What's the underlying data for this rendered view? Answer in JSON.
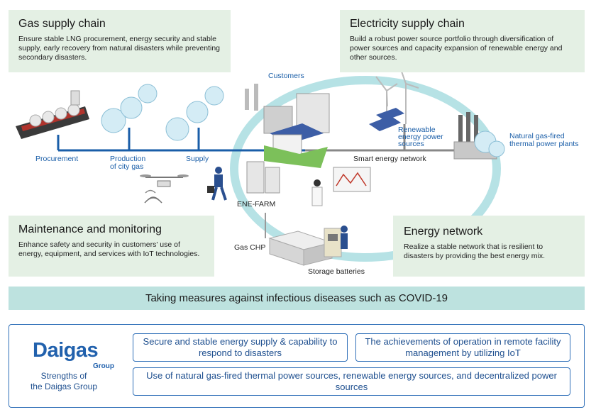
{
  "gas_supply": {
    "title": "Gas supply chain",
    "text": "Ensure stable LNG procurement, energy security and stable supply, early recovery from natural disasters while preventing secondary disasters."
  },
  "electricity_supply": {
    "title": "Electricity supply chain",
    "text": "Build a robust power source portfolio through diversification of power sources and capacity expansion of renewable energy and other sources."
  },
  "maintenance": {
    "title": "Maintenance and monitoring",
    "text": "Enhance safety and security in customers' use of energy, equipment, and services with IoT technologies."
  },
  "energy_network": {
    "title": "Energy network",
    "text": "Realize a stable network that is resilient to disasters by providing the best energy mix."
  },
  "labels": {
    "procurement": "Procurement",
    "production": "Production\nof city gas",
    "supply": "Supply",
    "customers": "Customers",
    "smart_network": "Smart energy network",
    "renewable": "Renewable\nenergy power\nsources",
    "thermal": "Natural gas-fired\nthermal power plants",
    "ene_farm": "ENE-FARM",
    "gas_chp": "Gas CHP",
    "storage": "Storage batteries"
  },
  "covid": "Taking measures against infectious diseases such as COVID-19",
  "logo": {
    "word": "Daigas",
    "group": "Group",
    "tagline": "Strengths of\nthe Daigas Group"
  },
  "strengths": [
    "Secure and stable energy supply & capability to respond to disasters",
    "The achievements of operation in remote facility management by utilizing IoT",
    "Use of natural gas-fired thermal power sources, renewable energy sources, and decentralized power sources"
  ],
  "colors": {
    "green_box": "#e4f0e4",
    "teal_bar": "#bde2df",
    "brand_blue": "#2161ad",
    "pipe_blue": "#1a5ea8",
    "ring": "#a9dde0"
  }
}
